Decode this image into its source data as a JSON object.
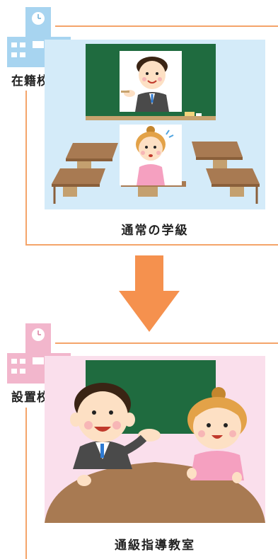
{
  "top_section": {
    "school_label": "在籍校",
    "caption": "通常の学級",
    "building_color": "#a7d4f0",
    "panel_color": "#d4ebf9"
  },
  "bottom_section": {
    "school_label": "設置校",
    "caption": "通級指導教室",
    "building_color": "#f2b6cc",
    "panel_color": "#fadfec"
  },
  "colors": {
    "bracket": "#f4a46a",
    "arrow": "#f5914e",
    "chalkboard": "#1f6b3f",
    "desk": "#a87a52"
  }
}
